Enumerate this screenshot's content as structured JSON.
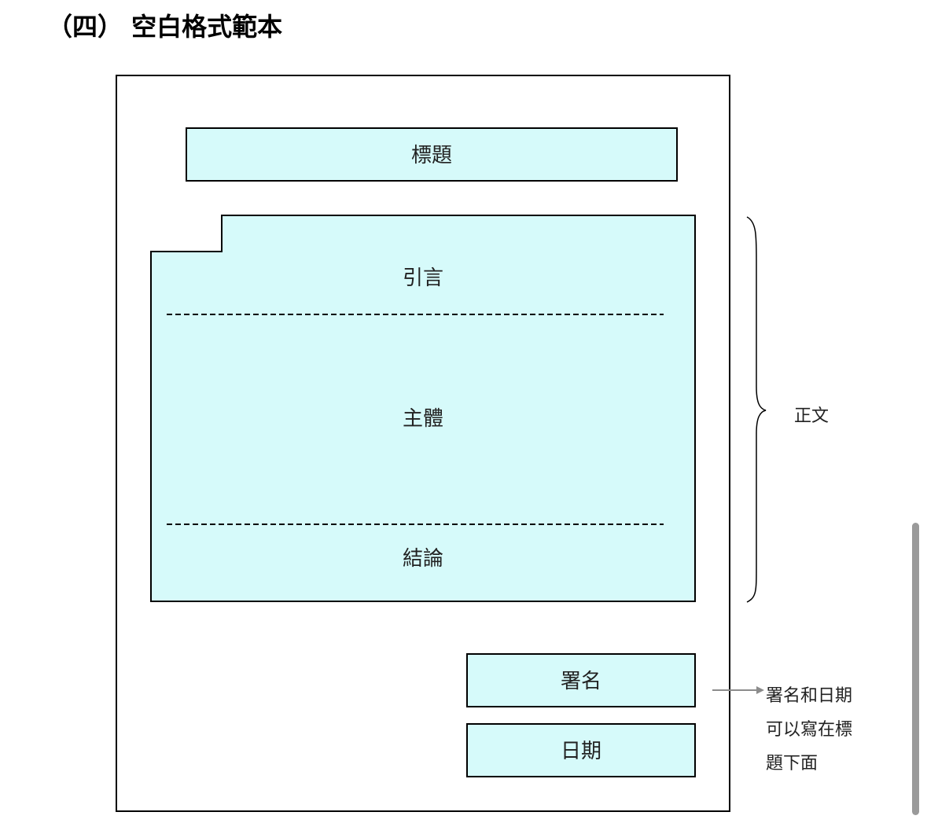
{
  "heading": "（四） 空白格式範本",
  "boxes": {
    "title": "標題",
    "intro": "引言",
    "body": "主體",
    "conclusion": "結論",
    "signature": "署名",
    "date": "日期"
  },
  "brace_label": "正文",
  "note": {
    "line1": "署名和日期",
    "line2": "可以寫在標",
    "line3": "題下面"
  },
  "colors": {
    "box_fill": "#d6fafa",
    "stroke": "#000000",
    "arrow": "#8c8c8c"
  }
}
